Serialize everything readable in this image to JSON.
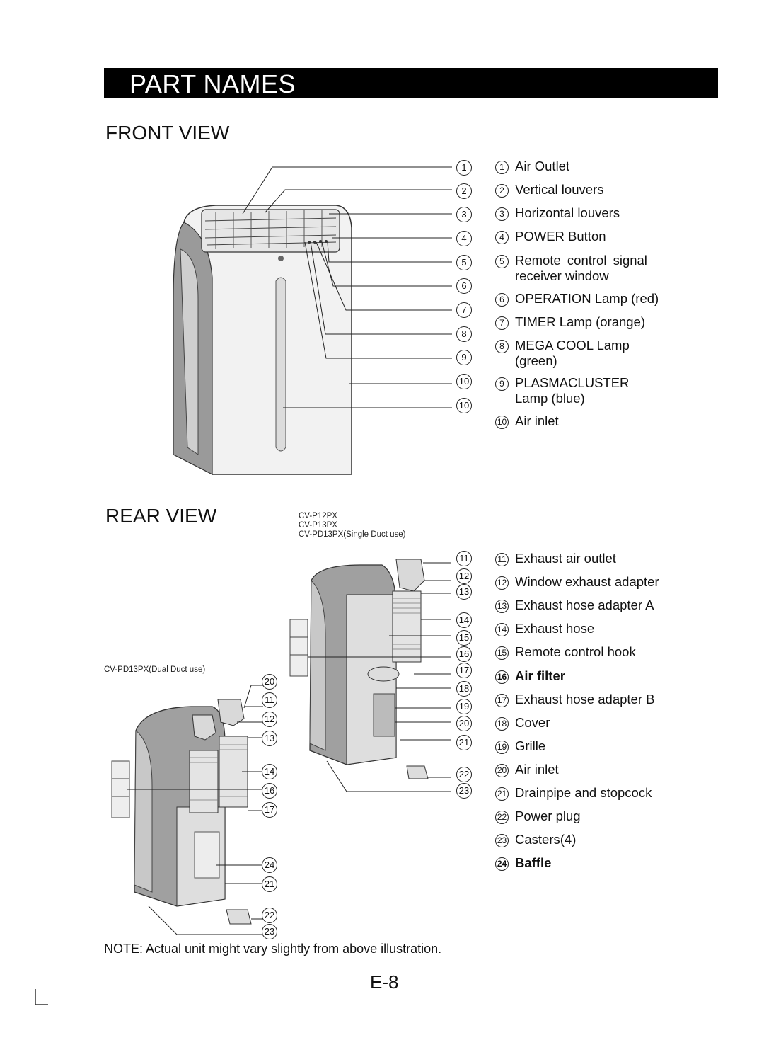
{
  "title": "PART NAMES",
  "front": {
    "heading": "FRONT VIEW",
    "callouts": [
      "1",
      "2",
      "3",
      "4",
      "5",
      "6",
      "7",
      "8",
      "9",
      "10",
      "10"
    ],
    "items": [
      {
        "num": "1",
        "text": "Air Outlet"
      },
      {
        "num": "2",
        "text": "Vertical louvers"
      },
      {
        "num": "3",
        "text": "Horizontal louvers"
      },
      {
        "num": "4",
        "text": "POWER Button"
      },
      {
        "num": "5",
        "text": "Remote control signal",
        "text2": "receiver window"
      },
      {
        "num": "6",
        "text": "OPERATION Lamp (red)"
      },
      {
        "num": "7",
        "text": "TIMER Lamp (orange)"
      },
      {
        "num": "8",
        "text": "MEGA COOL Lamp",
        "text2": "(green)"
      },
      {
        "num": "9",
        "text": "PLASMACLUSTER",
        "text2": "Lamp (blue)"
      },
      {
        "num": "10",
        "text": "Air inlet"
      }
    ]
  },
  "rear": {
    "heading": "REAR VIEW",
    "models": [
      "CV-P12PX",
      "CV-P13PX",
      "CV-PD13PX(Single Duct use)"
    ],
    "dual_label": "CV-PD13PX(Dual Duct use)",
    "single_callouts": [
      "11",
      "12",
      "13",
      "14",
      "15",
      "16",
      "17",
      "18",
      "19",
      "20",
      "21",
      "22",
      "23"
    ],
    "dual_callouts": [
      "20",
      "11",
      "12",
      "13",
      "14",
      "16",
      "17",
      "24",
      "21",
      "22",
      "23"
    ],
    "items": [
      {
        "num": "11",
        "text": "Exhaust air outlet"
      },
      {
        "num": "12",
        "text": "Window exhaust adapter"
      },
      {
        "num": "13",
        "text": "Exhaust hose adapter A"
      },
      {
        "num": "14",
        "text": "Exhaust hose"
      },
      {
        "num": "15",
        "text": "Remote control hook"
      },
      {
        "num": "16",
        "text": "Air filter"
      },
      {
        "num": "17",
        "text": "Exhaust hose adapter B"
      },
      {
        "num": "18",
        "text": "Cover"
      },
      {
        "num": "19",
        "text": "Grille"
      },
      {
        "num": "20",
        "text": "Air inlet"
      },
      {
        "num": "21",
        "text": "Drainpipe and stopcock"
      },
      {
        "num": "22",
        "text": "Power plug"
      },
      {
        "num": "23",
        "text": "Casters(4)"
      },
      {
        "num": "24",
        "text": "Baffle"
      }
    ]
  },
  "note": "NOTE:  Actual unit might vary slightly from above illustration.",
  "page_number": "E-8"
}
